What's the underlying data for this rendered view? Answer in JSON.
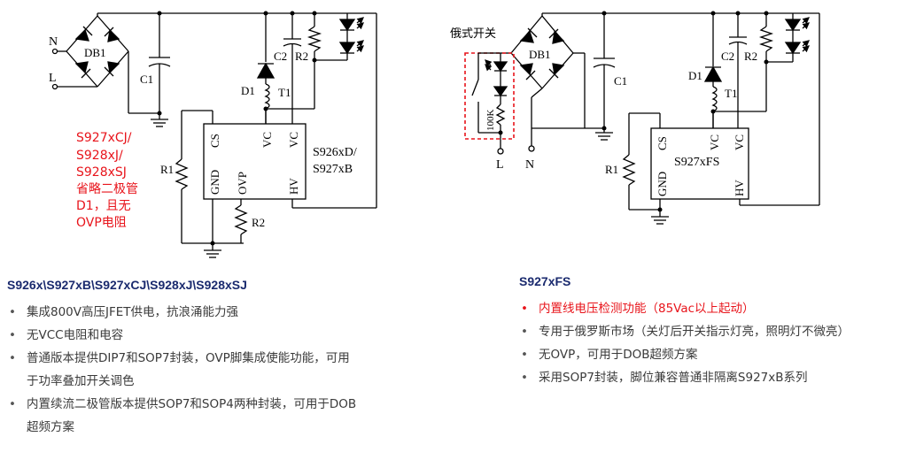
{
  "left_circuit": {
    "labels": {
      "n": "N",
      "l": "L",
      "db1": "DB1",
      "c1": "C1",
      "c2": "C2",
      "r2_top": "R2",
      "d1": "D1",
      "t1": "T1",
      "r1": "R1",
      "r2_bottom": "R2"
    },
    "ic": {
      "pins": [
        "CS",
        "VC",
        "VC",
        "GND",
        "OVP",
        "HV"
      ],
      "part_line1": "S926xD/",
      "part_line2": "S927xB"
    },
    "note_lines": [
      "S927xCJ/",
      "S928xJ/",
      "S928xSJ",
      "省略二极管",
      "D1，且无",
      "OVP电阻"
    ]
  },
  "right_circuit": {
    "labels": {
      "switch_title": "俄式开关",
      "db1": "DB1",
      "c1": "C1",
      "c2": "C2",
      "r2": "R2",
      "d1": "D1",
      "t1": "T1",
      "r1": "R1",
      "resistor": "100K",
      "l": "L",
      "n": "N"
    },
    "ic": {
      "pins": [
        "CS",
        "VC",
        "VC",
        "GND",
        "HV"
      ],
      "part": "S927xFS"
    }
  },
  "left_section": {
    "title": "S926x\\S927xB\\S927xCJ\\S928xJ\\S928xSJ",
    "bullets": [
      "集成800V高压JFET供电，抗浪涌能力强",
      "无VCC电阻和电容",
      "普通版本提供DIP7和SOP7封装，OVP脚集成使能功能，可用",
      "于功率叠加开关调色",
      "内置续流二极管版本提供SOP7和SOP4两种封装，可用于DOB",
      "超频方案"
    ]
  },
  "right_section": {
    "title": "S927xFS",
    "bullets": [
      "内置线电压检测功能（85Vac以上起动）",
      "专用于俄罗斯市场（关灯后开关指示灯亮，照明灯不微亮）",
      "无OVP，可用于DOB超频方案",
      "采用SOP7封装，脚位兼容普通非隔离S927xB系列"
    ]
  },
  "colors": {
    "title": "#1a2a6e",
    "highlight": "#e8141b",
    "body_text": "#3a3a3a"
  }
}
